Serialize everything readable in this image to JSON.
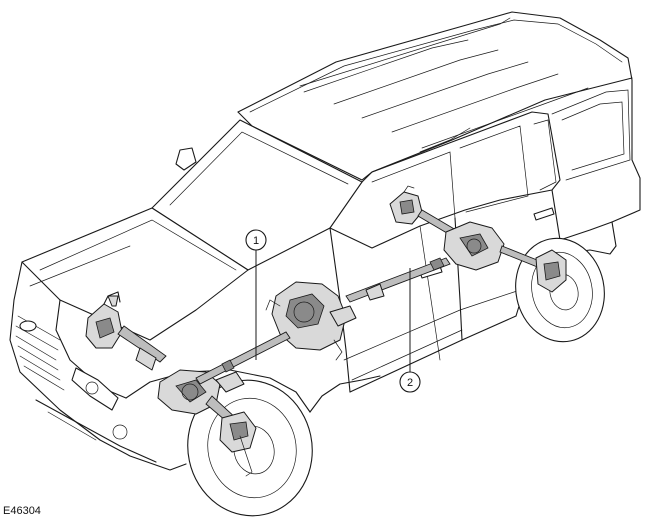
{
  "figure_code": "E46304",
  "callouts": [
    {
      "label": "1"
    },
    {
      "label": "2"
    }
  ]
}
